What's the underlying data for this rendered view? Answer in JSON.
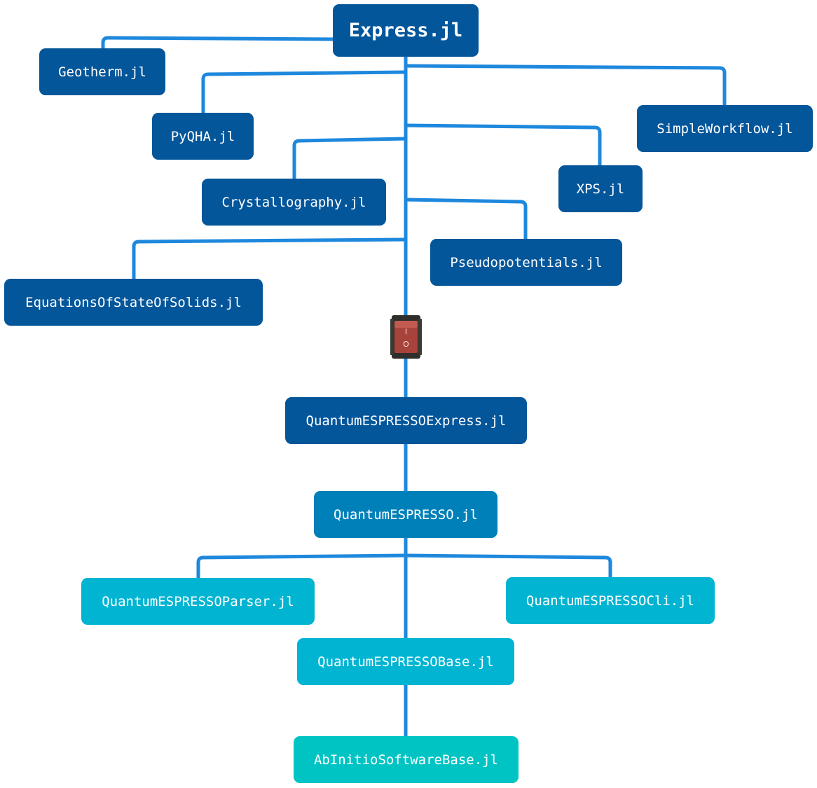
{
  "diagram": {
    "root": "Express.jl",
    "nodes": {
      "geotherm": "Geotherm.jl",
      "pyqha": "PyQHA.jl",
      "crystallography": "Crystallography.jl",
      "eos": "EquationsOfStateOfSolids.jl",
      "simpleworkflow": "SimpleWorkflow.jl",
      "xps": "XPS.jl",
      "pseudopotentials": "Pseudopotentials.jl",
      "qe_express": "QuantumESPRESSOExpress.jl",
      "qe": "QuantumESPRESSO.jl",
      "qe_parser": "QuantumESPRESSOParser.jl",
      "qe_cli": "QuantumESPRESSOCli.jl",
      "qe_base": "QuantumESPRESSOBase.jl",
      "abinitio_base": "AbInitioSoftwareBase.jl"
    },
    "switch_labels": {
      "on": "I",
      "off": "O"
    },
    "colors": {
      "connector": "#1e88dd",
      "level1": "#04569a",
      "level2": "#0080b8",
      "level3": "#00b4d2",
      "level4": "#00c4c4",
      "switch_body": "#a8433c"
    }
  }
}
